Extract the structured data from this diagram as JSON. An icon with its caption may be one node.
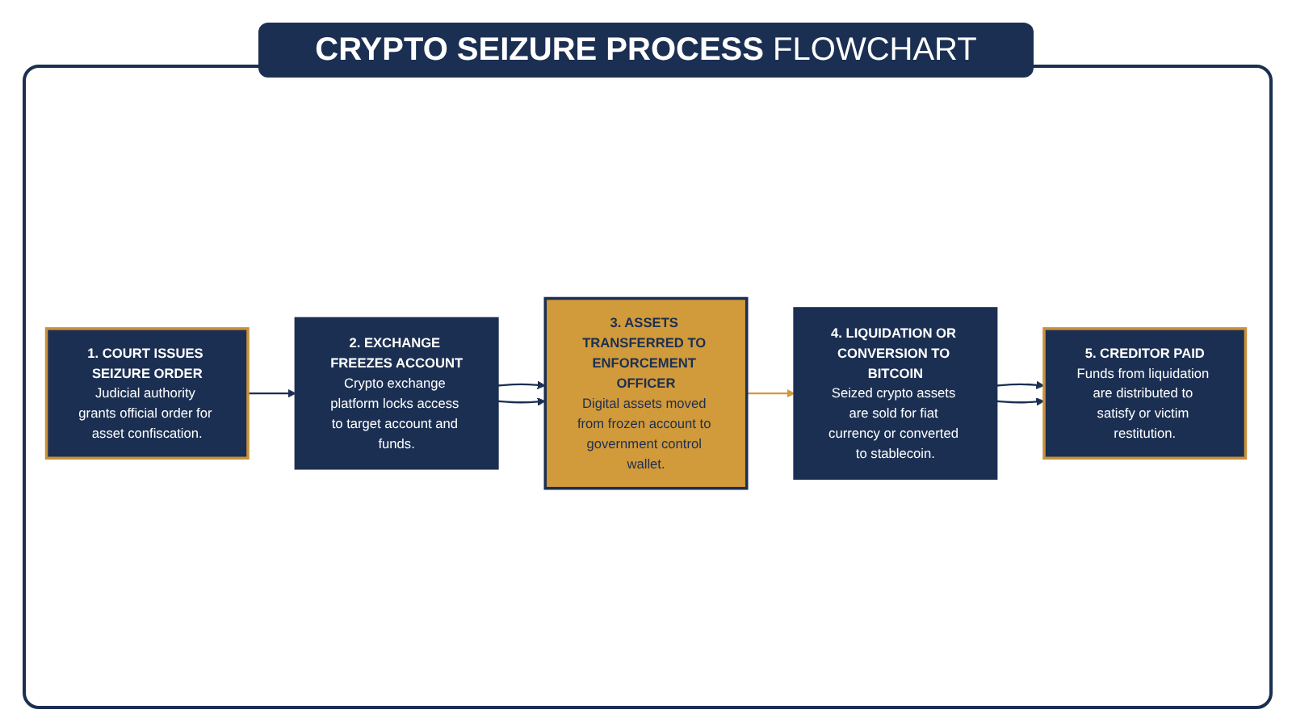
{
  "diagram": {
    "title": "**CRYPTO SEIZURE PROCESS** FLOWCHART",
    "nodes": [
      {
        "text": [
          "1. COURT ISSUES SEIZURE ORDER",
          "Judicial authority grants official order for asset confiscation."
        ]
      },
      {
        "text": [
          "2. EXCHANGE FREEZES ACCOUNT",
          "Crypto exchange platform locks access to target account and funds."
        ]
      },
      {
        "text": [
          "3. ASSETS TRANSFERRED TO ENFORCEMENT OFFICER",
          "Digital assets moved from frozen account to government control wallet."
        ]
      },
      {
        "text": [
          "4. LIQUIDATION OR CONVERSION TO BITCOIN",
          "Seized crypto assets are sold for fiat currency or converted to stablecoin."
        ]
      },
      {
        "text": [
          "5. CREDITOR PAID",
          "Funds from liquidation are distributed to satisfy or victim restitution."
        ]
      }
    ],
    "edges": [
      {
        "from": 0,
        "to": 1,
        "arrow": "to"
      },
      {
        "from": 1,
        "to": 2,
        "arrow": "to"
      },
      {
        "from": 2,
        "to": 3,
        "arrow": "to",
        "color": "#d19a3a"
      },
      {
        "from": 3,
        "to": 4,
        "arrow": "to"
      },
      {
        "from": 1,
        "to": 2,
        "arrow": "to"
      },
      {
        "from": 3,
        "to": 4,
        "arrow": "to"
      }
    ]
  }
}
